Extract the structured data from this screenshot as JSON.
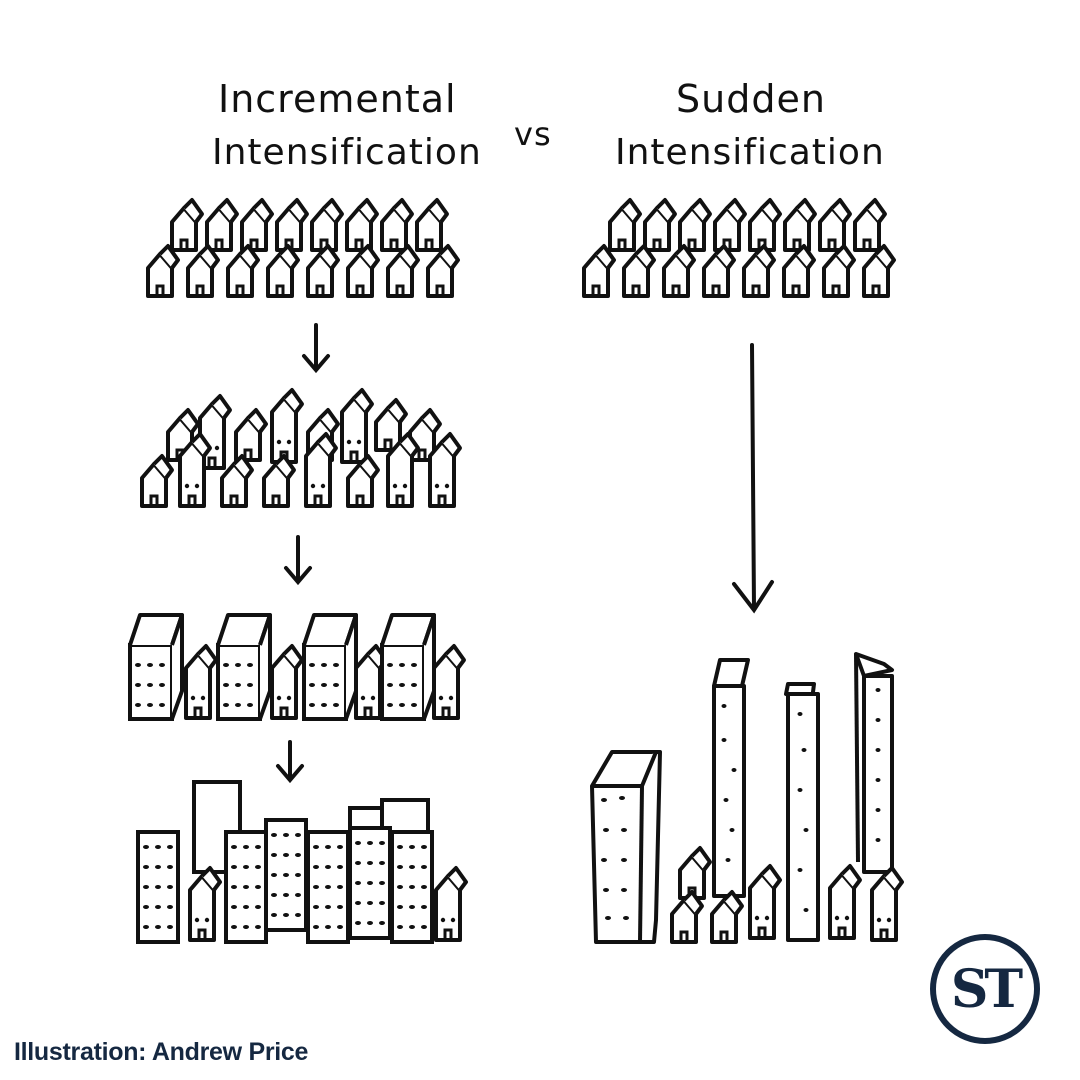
{
  "titles": {
    "left_line1": "Incremental",
    "left_line2": "Intensification",
    "vs": "vs",
    "right_line1": "Sudden",
    "right_line2": "Intensification"
  },
  "stages": {
    "left": [
      "Detached houses (2 rows of 8)",
      "Houses with some taller houses",
      "Mid-rise blocks mixed with houses",
      "Dense mid-rise blocks"
    ],
    "right": [
      "Detached houses (2 rows of 8)",
      "Few towers among houses"
    ]
  },
  "credit": "Illustration: Andrew Price",
  "logo": {
    "text": "ST",
    "color": "#152841"
  },
  "colors": {
    "ink": "#111111",
    "background": "#ffffff",
    "brand": "#152841"
  }
}
